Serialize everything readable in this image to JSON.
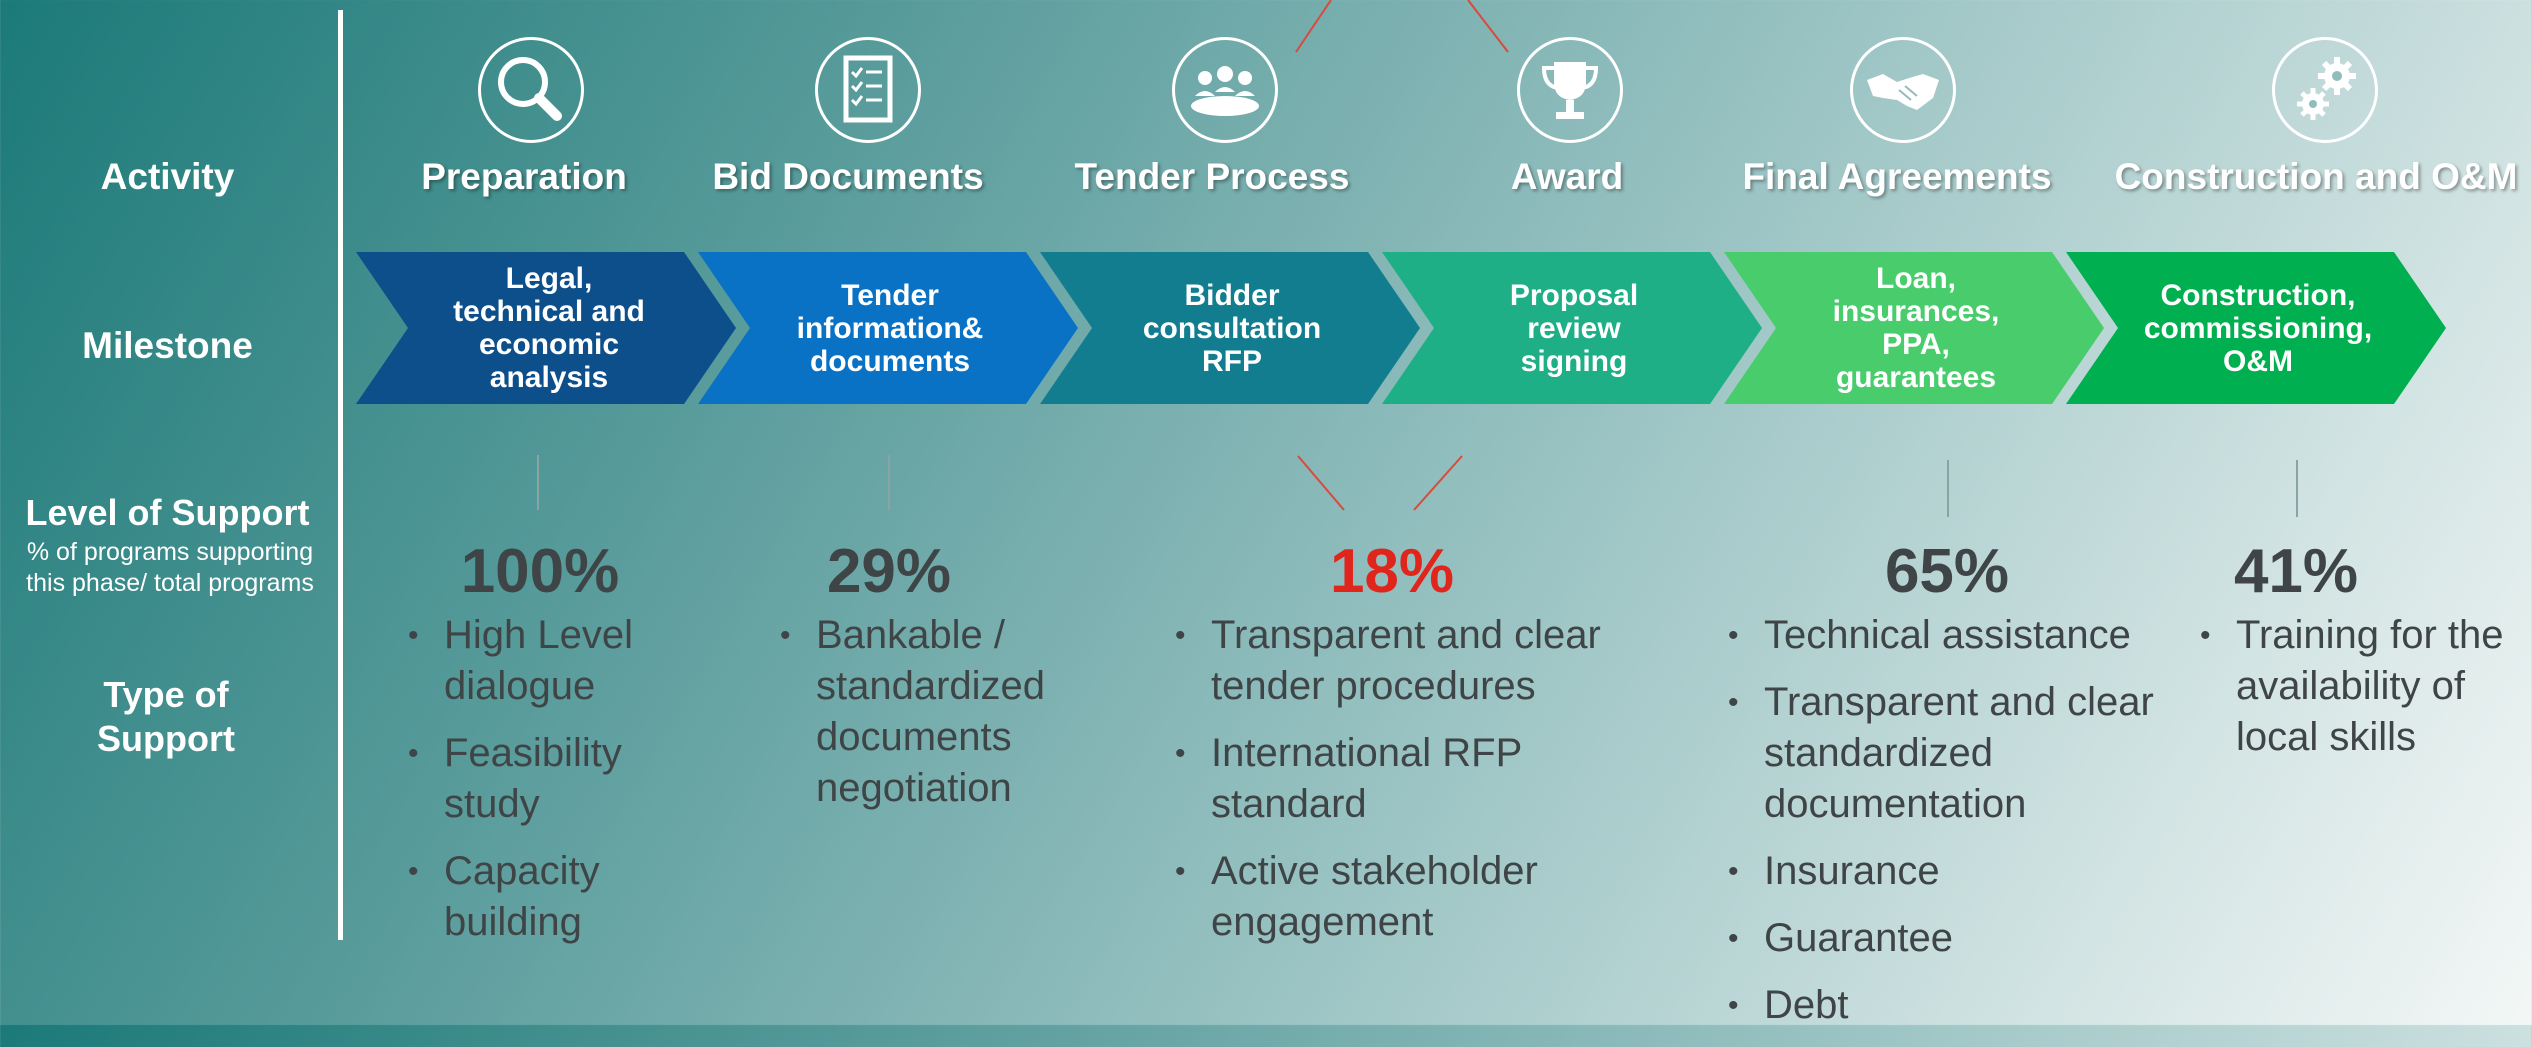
{
  "row_labels": {
    "activity": "Activity",
    "milestone": "Milestone",
    "level_of_support": "Level of Support",
    "level_note": "% of programs supporting this phase/ total programs",
    "type_of_support": "Type of Support"
  },
  "phases": [
    {
      "activity": "Preparation",
      "icon": "magnifier-icon",
      "milestone": "Legal,\ntechnical and\neconomic\nanalysis",
      "color": "#0d4f8b",
      "percent": "100%",
      "percent_color": "#3f4546",
      "support": [
        "High Level dialogue",
        "Feasibility study",
        "Capacity building"
      ]
    },
    {
      "activity": "Bid Documents",
      "icon": "checklist-icon",
      "milestone": "Tender\ninformation&\ndocuments",
      "color": "#0a72c4",
      "percent": "29%",
      "percent_color": "#3f4546",
      "support": [
        "Bankable / standardized documents negotiation"
      ]
    },
    {
      "activity": "Tender Process",
      "icon": "meeting-icon",
      "milestone": "Bidder\nconsultation\nRFP",
      "color": "#137d90",
      "percent": "18%",
      "percent_color": "#e0261c",
      "support": [
        "Transparent and clear tender procedures",
        "International RFP standard",
        "Active stakeholder engagement"
      ]
    },
    {
      "activity": "Award",
      "icon": "trophy-icon",
      "milestone": "Proposal\nreview\nsigning",
      "color": "#1faf86",
      "percent": "",
      "percent_color": "#3f4546",
      "support": []
    },
    {
      "activity": "Final Agreements",
      "icon": "handshake-icon",
      "milestone": "Loan,\ninsurances,\nPPA,\nguarantees",
      "color": "#48cc6c",
      "percent": "65%",
      "percent_color": "#3f4546",
      "support": [
        "Technical assistance",
        "Transparent and clear standardized documentation",
        "Insurance",
        "Guarantee",
        "Debt"
      ]
    },
    {
      "activity": "Construction and O&M",
      "icon": "gears-icon",
      "milestone": "Construction,\ncommissioning,\nO&M",
      "color": "#00b050",
      "percent": "41%",
      "percent_color": "#3f4546",
      "support": [
        "Training for the availability of local skills"
      ]
    }
  ]
}
